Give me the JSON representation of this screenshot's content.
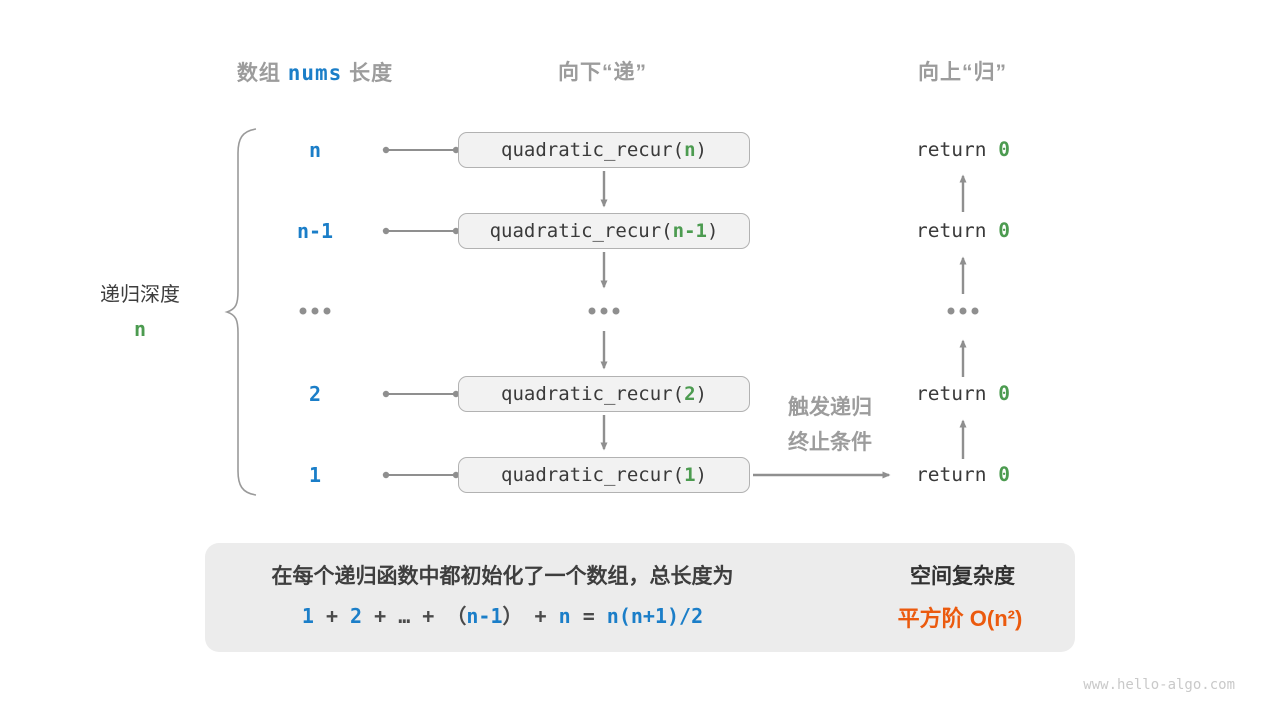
{
  "headers": {
    "left_prefix": "数组 ",
    "left_code": "nums",
    "left_suffix": " 长度",
    "down": "向下“递”",
    "up": "向上“归”"
  },
  "depth": {
    "label": "递归深度",
    "value": "n"
  },
  "call": {
    "prefix": "quadratic_recur(",
    "suffix": ")"
  },
  "ret": {
    "prefix": "return ",
    "value": "0"
  },
  "rows": [
    {
      "label": "n",
      "arg": "n"
    },
    {
      "label": "n-1",
      "arg": "n-1"
    },
    {
      "label": "2",
      "arg": "2"
    },
    {
      "label": "1",
      "arg": "1"
    }
  ],
  "note": {
    "line1": "触发递归",
    "line2": "终止条件"
  },
  "summary": {
    "text": "在每个递归函数中都初始化了一个数组，总长度为",
    "formula": [
      {
        "t": "1",
        "c": "b"
      },
      {
        "t": " + ",
        "c": "d"
      },
      {
        "t": "2",
        "c": "b"
      },
      {
        "t": " + ",
        "c": "d"
      },
      {
        "t": "…",
        "c": "d"
      },
      {
        "t": " + ",
        "c": "d"
      },
      {
        "t": "（",
        "c": "d"
      },
      {
        "t": "n-1",
        "c": "b"
      },
      {
        "t": "）",
        "c": "d"
      },
      {
        "t": " + ",
        "c": "d"
      },
      {
        "t": "n",
        "c": "b"
      },
      {
        "t": " = ",
        "c": "d"
      },
      {
        "t": "n(n+1)/2",
        "c": "b"
      }
    ],
    "result_title": "空间复杂度",
    "result_value": "平方阶 O(n²)"
  },
  "watermark": "www.hello-algo.com",
  "colors": {
    "blue": "#1b7ec8",
    "green": "#4c9b50",
    "orange": "#eb5a0e",
    "gray_text": "#9c9c9c",
    "dark_text": "#3a3a3a",
    "line_gray": "#8f8f8f",
    "box_fill": "#f2f2f2",
    "box_border": "#b2b2b2",
    "panel_fill": "#ececec"
  }
}
